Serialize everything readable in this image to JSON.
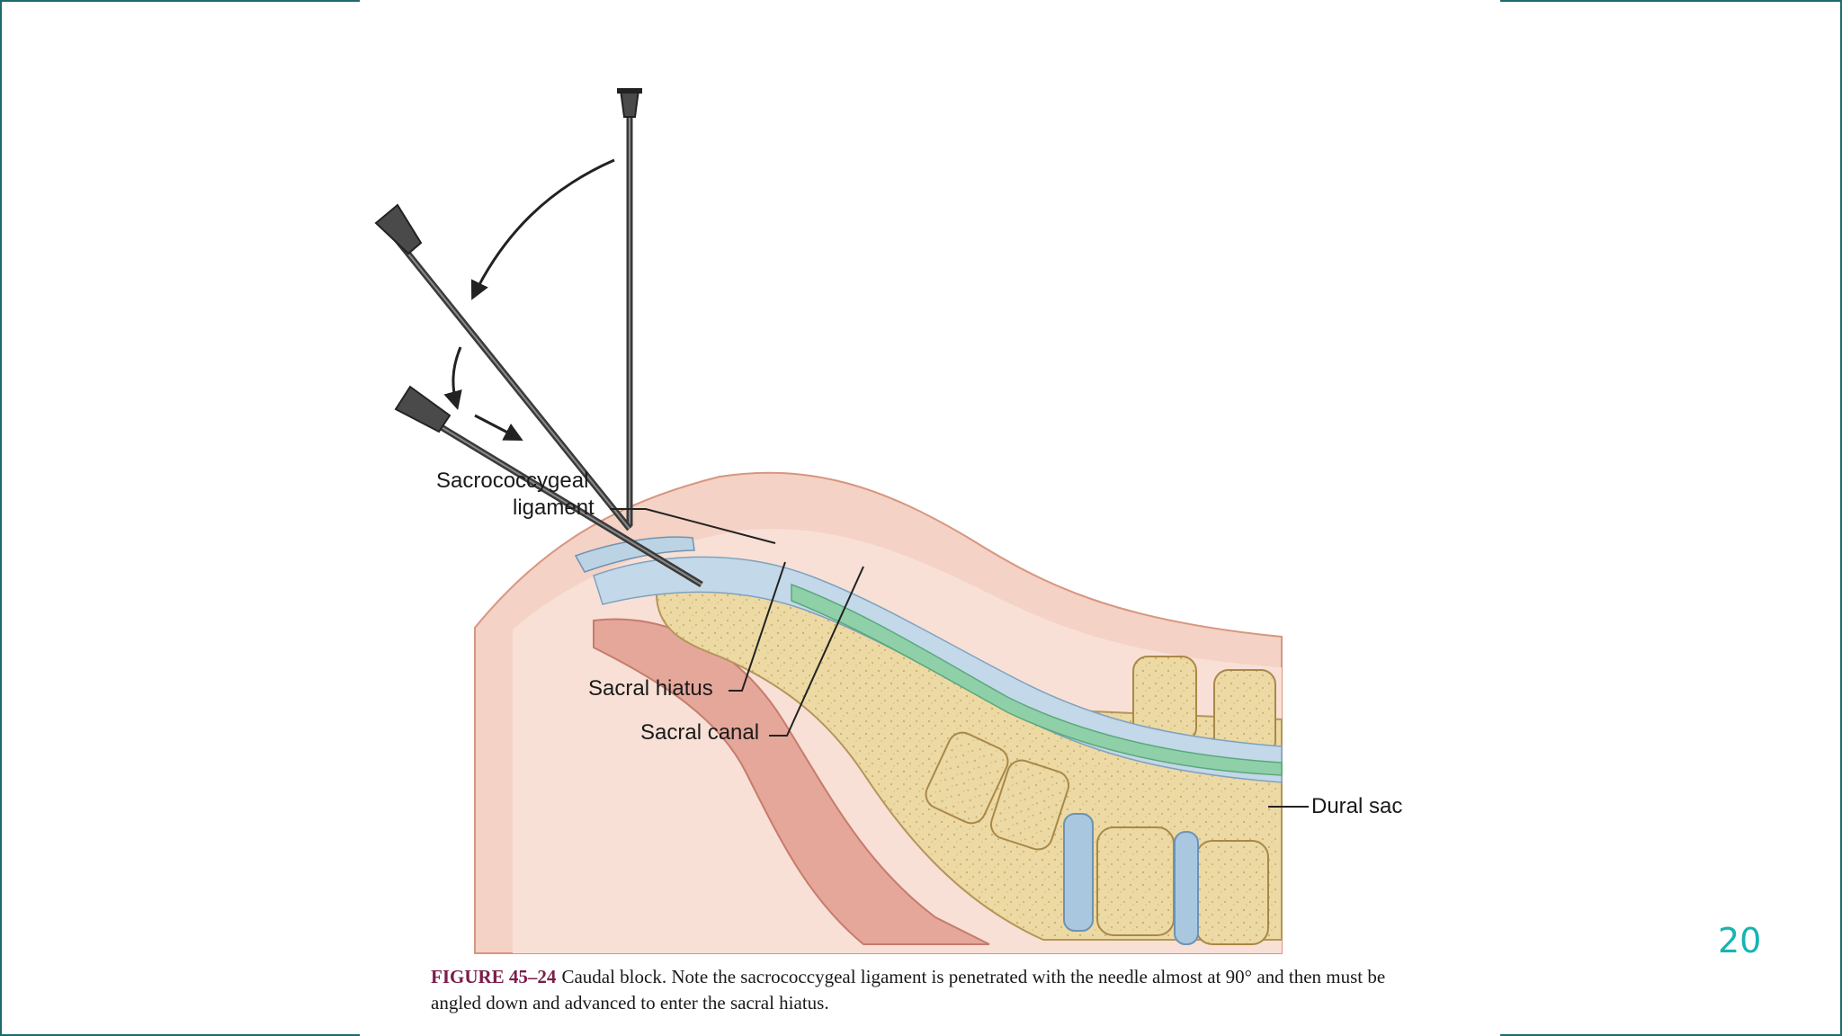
{
  "figure": {
    "labels": {
      "sacrococcygeal_line1": "Sacrococcygeal",
      "sacrococcygeal_line2": "ligament",
      "sacral_hiatus": "Sacral hiatus",
      "sacral_canal": "Sacral canal",
      "dural_sac": "Dural sac"
    },
    "caption": {
      "figure_number": "FIGURE 45–24",
      "text": "Caudal block. Note the sacrococcygeal ligament is penetrated with the needle almost at 90° and then must be angled down and advanced to enter the sacral hiatus."
    }
  },
  "slide": {
    "page_number": "20"
  },
  "colors": {
    "frame": "#1f6b6b",
    "page_number": "#19b3b3",
    "caption_figure_number": "#7a1d4a",
    "skin": "#f3cfc2",
    "bone": "#ecd9a4",
    "dural_sac": "#8fd0a8",
    "canal": "#bcd3e3"
  }
}
